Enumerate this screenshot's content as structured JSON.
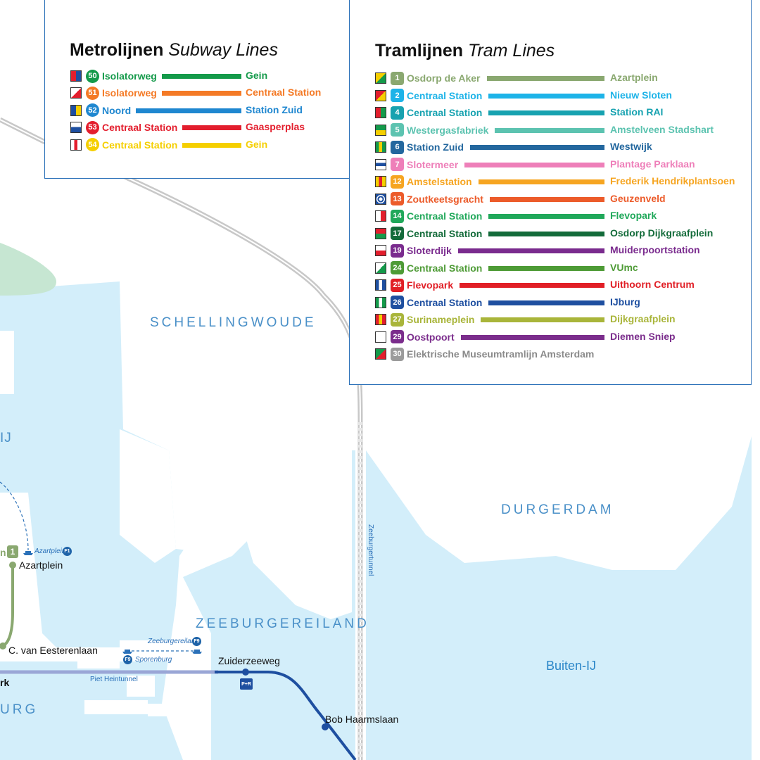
{
  "map": {
    "places": [
      "SCHELLINGWOUDE",
      "DURGERDAM",
      "ZEEBURGEREILAND",
      "URG",
      "IJ"
    ],
    "water": [
      "Buiten-IJ"
    ],
    "tunnels": [
      "Zeeburgertunnel",
      "Piet Heintunnel"
    ],
    "stations": [
      "Azartplein",
      "C. van Eesterenlaan",
      "Zuiderzeeweg",
      "Bob Haarmslaan",
      "rk"
    ],
    "station_partial": "n",
    "ferries": [
      {
        "stop": "Azartplein",
        "code": "F1"
      },
      {
        "stop": "Zeeburgereiland",
        "code": "F9"
      },
      {
        "stop": "Sporenburg",
        "code": "F9"
      }
    ],
    "tram_badge": "1",
    "park_ride": "P+R",
    "colors": {
      "water": "#d3eefa",
      "land": "#ffffff",
      "park": "#c6e6d2",
      "railway": "#bfbfbf",
      "tram1": "#8aa870",
      "ijburg_tram": "#1e4fa0",
      "tunnel_tram": "#9aa6d6"
    }
  },
  "subway": {
    "title": "Metrolijnen",
    "title_en": "Subway Lines",
    "lines": [
      {
        "num": "50",
        "from": "Isolatorweg",
        "to": "Gein",
        "color": "#149a4a"
      },
      {
        "num": "51",
        "from": "Isolatorweg",
        "to": "Centraal Station",
        "color": "#f47a26"
      },
      {
        "num": "52",
        "from": "Noord",
        "to": "Station Zuid",
        "color": "#1f87d0"
      },
      {
        "num": "53",
        "from": "Centraal Station",
        "to": "Gaasperplas",
        "color": "#e31e2d"
      },
      {
        "num": "54",
        "from": "Centraal Station",
        "to": "Gein",
        "color": "#f5cf00"
      }
    ]
  },
  "tram": {
    "title": "Tramlijnen",
    "title_en": "Tram Lines",
    "lines": [
      {
        "num": "1",
        "from": "Osdorp de Aker",
        "to": "Azartplein",
        "color": "#8aa870"
      },
      {
        "num": "2",
        "from": "Centraal Station",
        "to": "Nieuw Sloten",
        "color": "#1db3e8"
      },
      {
        "num": "4",
        "from": "Centraal Station",
        "to": "Station RAI",
        "color": "#17a2b0"
      },
      {
        "num": "5",
        "from": "Westergasfabriek",
        "to": "Amstelveen Stadshart",
        "color": "#5cc3b0"
      },
      {
        "num": "6",
        "from": "Station Zuid",
        "to": "Westwijk",
        "color": "#23679e"
      },
      {
        "num": "7",
        "from": "Slotermeer",
        "to": "Plantage Parklaan",
        "color": "#ee7fb9"
      },
      {
        "num": "12",
        "from": "Amstelstation",
        "to": "Frederik Hendrikplantsoen",
        "color": "#f6a521"
      },
      {
        "num": "13",
        "from": "Zoutkeetsgracht",
        "to": "Geuzenveld",
        "color": "#ec5b2a"
      },
      {
        "num": "14",
        "from": "Centraal Station",
        "to": "Flevopark",
        "color": "#20a85a"
      },
      {
        "num": "17",
        "from": "Centraal Station",
        "to": "Osdorp Dijkgraafplein",
        "color": "#136b3a"
      },
      {
        "num": "19",
        "from": "Sloterdijk",
        "to": "Muiderpoortstation",
        "color": "#7a2b8e"
      },
      {
        "num": "24",
        "from": "Centraal Station",
        "to": "VUmc",
        "color": "#4e9b36"
      },
      {
        "num": "25",
        "from": "Flevopark",
        "to": "Uithoorn Centrum",
        "color": "#e11f26"
      },
      {
        "num": "26",
        "from": "Centraal Station",
        "to": "IJburg",
        "color": "#1e4fa0"
      },
      {
        "num": "27",
        "from": "Surinameplein",
        "to": "Dijkgraafplein",
        "color": "#a9b53a"
      },
      {
        "num": "29",
        "from": "Oostpoort",
        "to": "Diemen Sniep",
        "color": "#7b2d8c"
      },
      {
        "num": "30",
        "from": "Elektrische Museumtramlijn Amsterdam",
        "to": "",
        "color": "#9b9b9b"
      }
    ]
  }
}
